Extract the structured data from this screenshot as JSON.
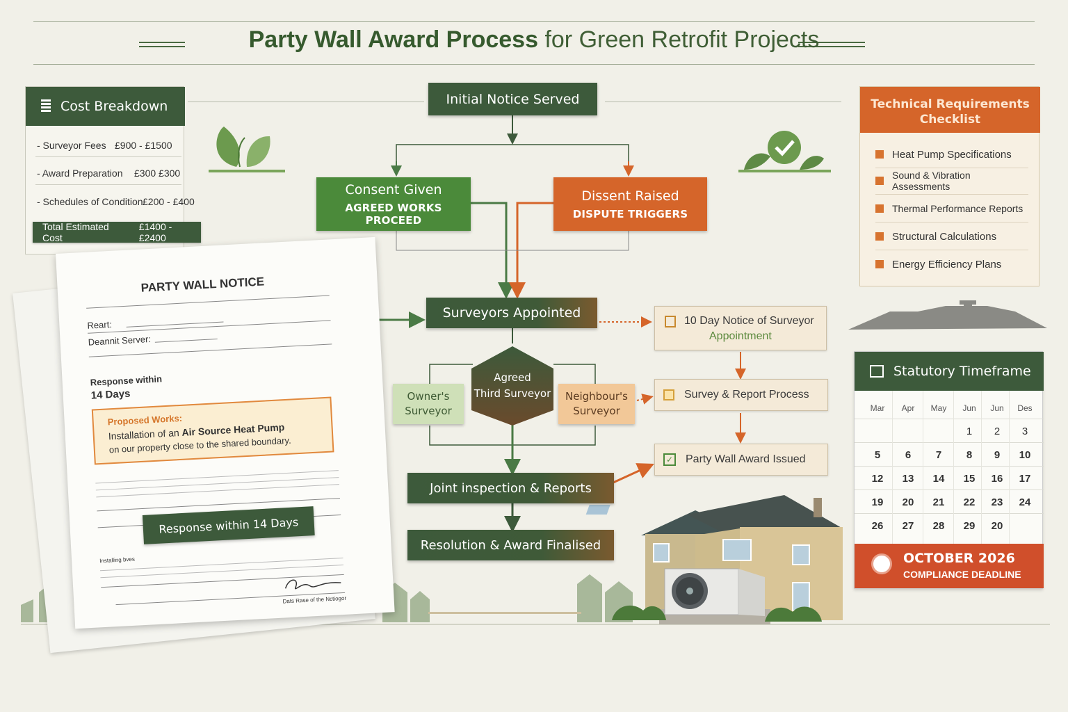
{
  "title": {
    "bold": "Party Wall Award Process",
    "rest": " for Green Retrofit Projects"
  },
  "flow": {
    "initial_notice": "Initial Notice Served",
    "consent": {
      "title": "Consent Given",
      "sub": "AGREED WORKS PROCEED"
    },
    "dissent": {
      "title": "Dissent Raised",
      "sub": "DISPUTE TRIGGERS"
    },
    "surveyors_appointed": "Surveyors Appointed",
    "agreed_third": "Agreed\nThird Surveyor",
    "owners_surveyor": "Owner's\nSurveyor",
    "neighbours_surveyor": "Neighbour's\nSurveyor",
    "joint_inspection": "Joint inspection & Reports",
    "resolution": "Resolution & Award Finalised",
    "ten_day": {
      "line1": "10 Day Notice of Surveyor",
      "line2": "Appointment"
    },
    "survey_report": "Survey & Report Process",
    "award_issued": "Party Wall Award Issued"
  },
  "cost": {
    "heading": "Cost Breakdown",
    "rows": [
      {
        "label": "- Surveyor Fees",
        "value": "£900 - £1500"
      },
      {
        "label": "- Award Preparation",
        "value": "£300  £300"
      },
      {
        "label": "- Schedules of Condition",
        "value": "£200 - £400"
      }
    ],
    "total_label": "Total Estimated Cost",
    "total_value": "£1400 - £2400"
  },
  "tech": {
    "heading_1": "Technical Requirements",
    "heading_2": "Checklist",
    "items": [
      "Heat Pump Specifications",
      "Sound & Vibration Assessments",
      "Thermal Performance Reports",
      "Structural Calculations",
      "Energy Efficiency Plans"
    ]
  },
  "calendar": {
    "heading": "Statutory Timeframe",
    "months": [
      "Mar",
      "Apr",
      "May",
      "Jun",
      "Jun",
      "Des"
    ],
    "rows": [
      [
        "",
        "",
        "",
        "1",
        "2",
        "3"
      ],
      [
        "5",
        "6",
        "7",
        "8",
        "9",
        "10"
      ],
      [
        "12",
        "13",
        "14",
        "15",
        "16",
        "17"
      ],
      [
        "19",
        "20",
        "21",
        "22",
        "23",
        "24"
      ],
      [
        "26",
        "27",
        "28",
        "29",
        "20",
        ""
      ]
    ],
    "deadline_1": "OCTOBER 2026",
    "deadline_2": "COMPLIANCE DEADLINE"
  },
  "notice": {
    "heading": "PARTY WALL NOTICE",
    "field_1": "Reart:",
    "field_2": "Deannit Server:",
    "response_1": "Response within",
    "response_2": "14 Days",
    "proposed_label": "Proposed Works:",
    "proposed_1a": "Installation of an ",
    "proposed_1b": "Air Source Heat Pump",
    "proposed_2": "on our property close to the shared boundary.",
    "button": "Response within 14 Days",
    "installing": "Installing bves",
    "signature_caption": "Dats Rase of the Nctiogor"
  },
  "colors": {
    "green_dark": "#3d5a3b",
    "green": "#4b8a3a",
    "orange": "#d5652a",
    "cream": "#f4ead8",
    "red": "#d04f2b"
  }
}
